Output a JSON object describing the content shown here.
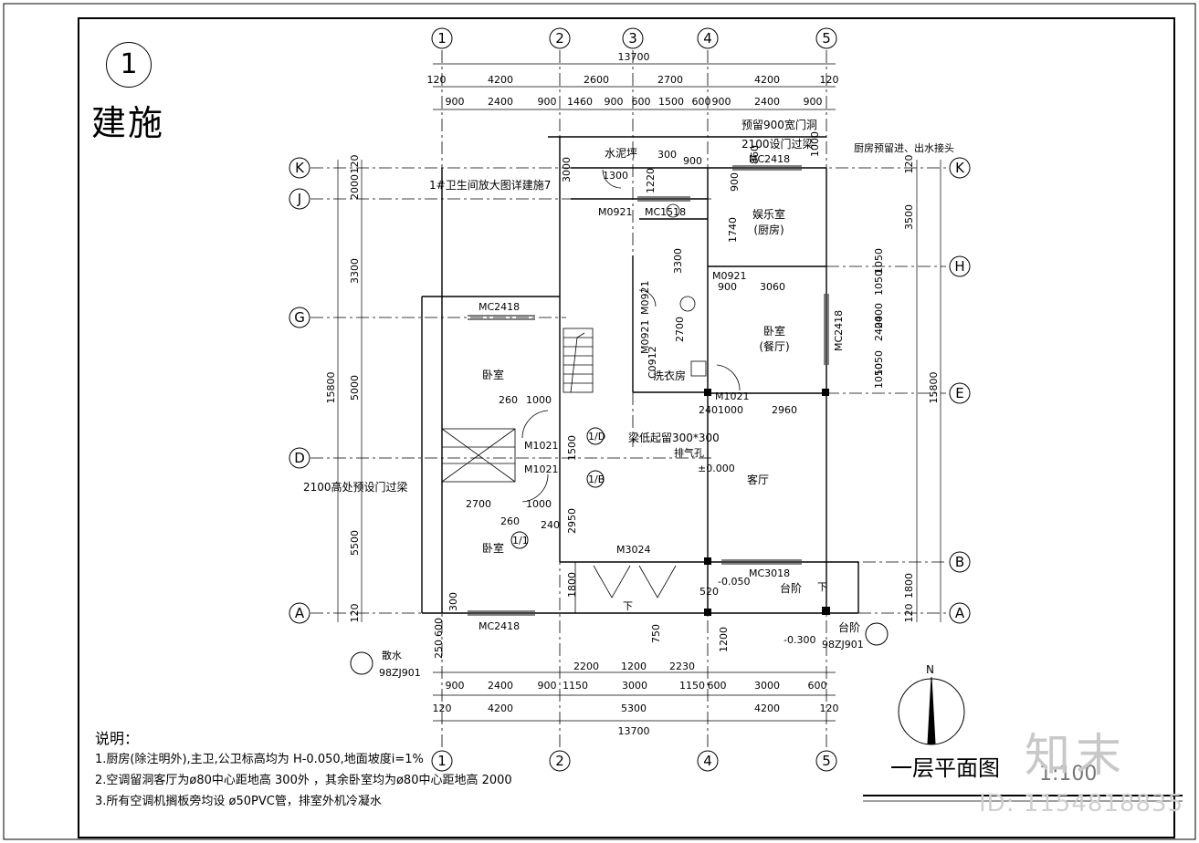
{
  "drawing": {
    "sheet_number": "1",
    "sheet_tag": "建施",
    "title": "一层平面图",
    "scale": "1:100",
    "notes_title": "说明：",
    "notes": [
      "1.厨房(除注明外),主卫,公卫标高均为 H-0.050,地面坡度i=1%",
      "2.空调留洞客厅为ø80中心距地高 300外 ，其余卧室均为ø80中心距地高 2000",
      "3.所有空调机搁板旁均设 ø50PVC管，排室外机冷凝水"
    ],
    "watermark": {
      "brand": "知末",
      "id": "ID: 1154818835"
    }
  },
  "axes": {
    "columns": [
      "1",
      "2",
      "3",
      "4",
      "5"
    ],
    "rows": [
      "K",
      "J",
      "H",
      "G",
      "E",
      "D",
      "B",
      "A"
    ]
  },
  "dimensions": {
    "top_total": "13700",
    "top_axis": [
      "120",
      "4200",
      "2600",
      "2700",
      "4200",
      "120"
    ],
    "top_detail": [
      "900",
      "2400",
      "900",
      "1460",
      "900",
      "600",
      "1500",
      "600",
      "900",
      "2400",
      "900"
    ],
    "bottom_detail": [
      "900",
      "2400",
      "900",
      "1150",
      "3000",
      "1150",
      "600",
      "3000",
      "600"
    ],
    "bottom_axis": [
      "120",
      "4200",
      "5300",
      "4200",
      "120"
    ],
    "bottom_total": "13700",
    "left_total": "15800",
    "left_axis": [
      "120",
      "2000",
      "3300",
      "5000",
      "5500",
      "120"
    ],
    "right_total": "15800",
    "right_axis": [
      "120",
      "3500",
      "1050",
      "2400",
      "1050",
      "1800",
      "120"
    ]
  },
  "rooms": {
    "bedroom_1": "卧室",
    "bedroom_2": "卧室",
    "bedroom_dining": "卧室",
    "dining_sub": "(餐厅)",
    "entertainment": "娱乐室",
    "kitchen_sub": "(厨房)",
    "living": "客厅",
    "laundry": "洗衣房",
    "cement_yard": "水泥坪",
    "terrace_1": "台阶",
    "terrace_2": "台阶"
  },
  "openings": [
    "MC2418",
    "MC2418",
    "MC2418",
    "MC2418",
    "M0921",
    "M0921",
    "M0921",
    "M0921",
    "MC1518",
    "M1021",
    "M1021",
    "M1021",
    "M3024",
    "MC3018",
    "C0912"
  ],
  "annotations": {
    "bath_detail": "1#卫生间放大图详建施7",
    "door_opening": "预留900宽门洞",
    "lintel_top": "2100设门过梁",
    "kitchen_pipe": "厨房预留进、出水接头",
    "beam_hole": "梁低起留300*300",
    "exhaust": "排气孔",
    "lintel_left": "2100高处预设门过梁",
    "elev_zero": "±0.000",
    "elev_terrace": "-0.050",
    "elev_outside": "-0.300",
    "drain": "散水",
    "drain_code": "98ZJ901",
    "terrace_code": "98ZJ901",
    "down_1": "下",
    "down_2": "下",
    "ref_1d": "1/D",
    "ref_1b": "1/B",
    "ref_11": "1/1"
  },
  "dim_inner": [
    "300",
    "900",
    "1300",
    "1000",
    "860",
    "1220",
    "900",
    "3000",
    "3300",
    "1740",
    "900",
    "3060",
    "1050",
    "2400",
    "1050",
    "2700",
    "240",
    "1000",
    "2960",
    "260",
    "1000",
    "1500",
    "2700",
    "1000",
    "260",
    "240",
    "2950",
    "1800",
    "520",
    "2200",
    "1200",
    "2230",
    "750",
    "1200",
    "250",
    "600",
    "300"
  ],
  "symbols": {
    "north": "N"
  }
}
